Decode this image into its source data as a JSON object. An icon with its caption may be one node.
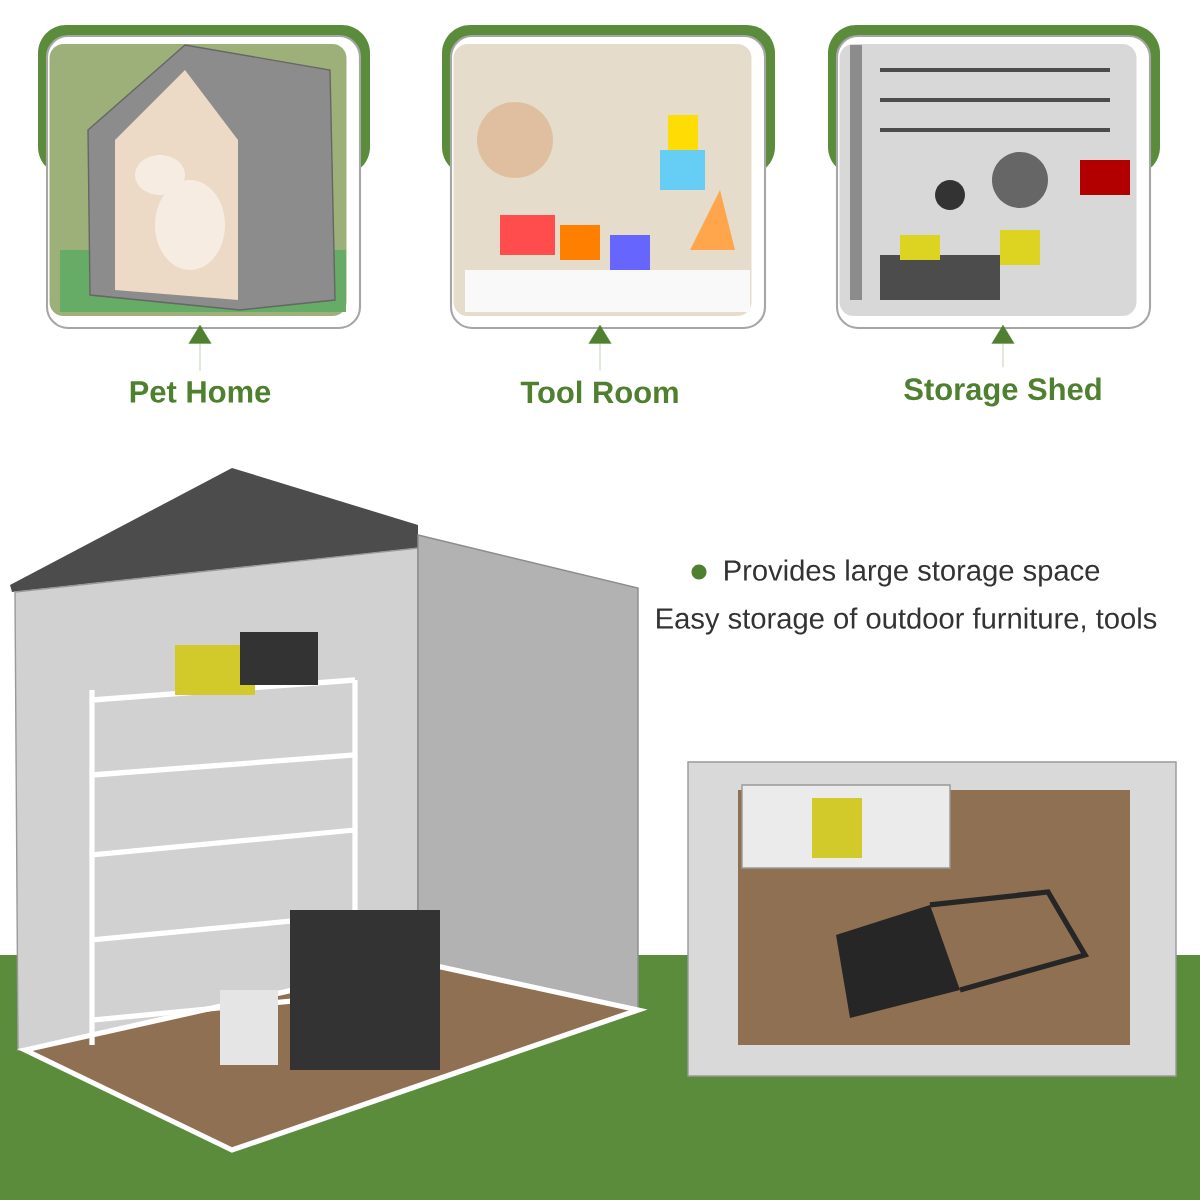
{
  "diagram": {
    "nodes": [
      {
        "text": [],
        "shape": "picture"
      },
      {
        "text": [
          "Pet Home"
        ]
      },
      {
        "text": [],
        "shape": "picture"
      },
      {
        "text": [
          "Tool Room"
        ]
      },
      {
        "text": [],
        "shape": "picture"
      },
      {
        "text": [
          "Storage Shed"
        ]
      }
    ],
    "edges": [
      {
        "from": 1,
        "to": 0,
        "arrow": "to"
      },
      {
        "from": 3,
        "to": 2,
        "arrow": "to"
      },
      {
        "from": 5,
        "to": 4,
        "arrow": "to"
      }
    ],
    "labels": [
      "Provides large storage space",
      "Easy storage of outdoor furniture, tools"
    ]
  }
}
